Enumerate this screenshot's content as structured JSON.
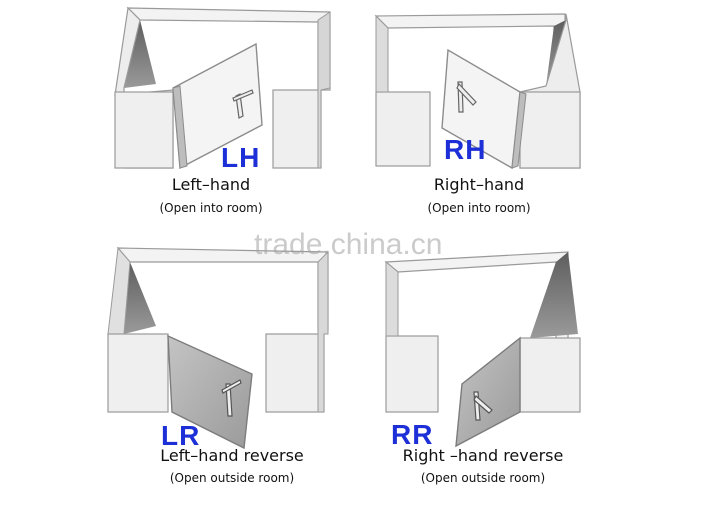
{
  "panels": [
    {
      "code": "LH",
      "title": "Left–hand",
      "subtitle": "(Open into room)"
    },
    {
      "code": "RH",
      "title": "Right–hand",
      "subtitle": "(Open into room)"
    },
    {
      "code": "LR",
      "title": "Left–hand reverse",
      "subtitle": "(Open outside room)"
    },
    {
      "code": "RR",
      "title": "Right –hand reverse",
      "subtitle": "(Open outside room)"
    }
  ],
  "watermark": "trade.china.cn",
  "colors": {
    "code_blue": "#1d2fd6",
    "wall_light": "#efefef",
    "wall_shade": "#7d7d7d",
    "door_grey": "#a9a9a9"
  }
}
